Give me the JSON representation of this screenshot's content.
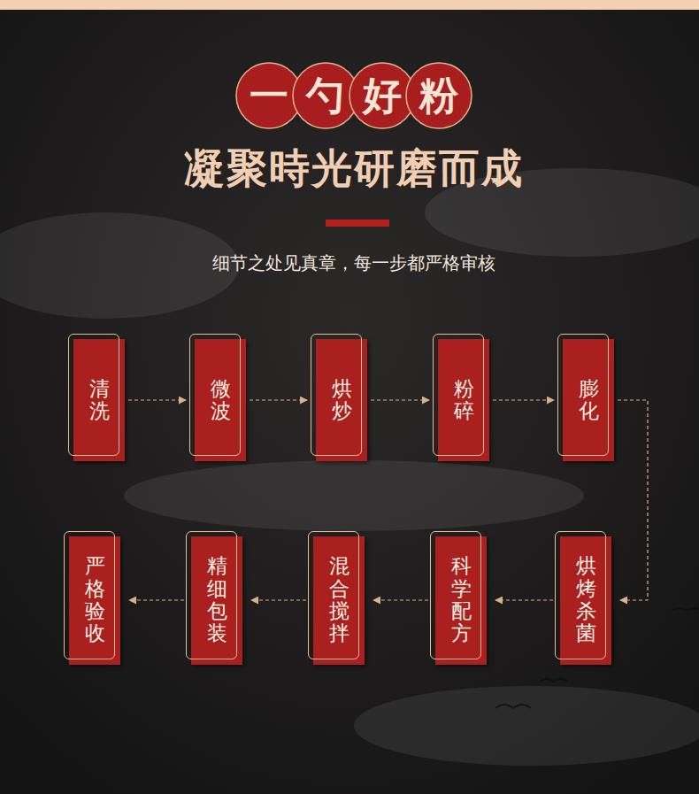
{
  "diagram": {
    "title": "一勺好粉",
    "nodes": [
      {
        "text": [
          "清洗"
        ]
      },
      {
        "text": [
          "微波"
        ]
      },
      {
        "text": [
          "烘炒"
        ]
      },
      {
        "text": [
          "粉碎"
        ]
      },
      {
        "text": [
          "膨化"
        ]
      },
      {
        "text": [
          "烘烤杀菌"
        ]
      },
      {
        "text": [
          "科学配方"
        ]
      },
      {
        "text": [
          "混合搅拌"
        ]
      },
      {
        "text": [
          "精细包装"
        ]
      },
      {
        "text": [
          "严格验收"
        ]
      }
    ],
    "edges": [
      {
        "from": 0,
        "to": 1,
        "arrow": "to"
      },
      {
        "from": 1,
        "to": 2,
        "arrow": "to"
      },
      {
        "from": 2,
        "to": 3,
        "arrow": "to"
      },
      {
        "from": 3,
        "to": 4,
        "arrow": "to"
      },
      {
        "from": 4,
        "to": 5,
        "arrow": "to"
      },
      {
        "from": 5,
        "to": 6,
        "arrow": "to"
      },
      {
        "from": 6,
        "to": 7,
        "arrow": "to"
      },
      {
        "from": 7,
        "to": 8,
        "arrow": "to"
      },
      {
        "from": 8,
        "to": 9,
        "arrow": "to"
      }
    ],
    "labels": [
      "凝聚時光研磨而成",
      "细节之处见真章，每一步都严格审核"
    ]
  }
}
